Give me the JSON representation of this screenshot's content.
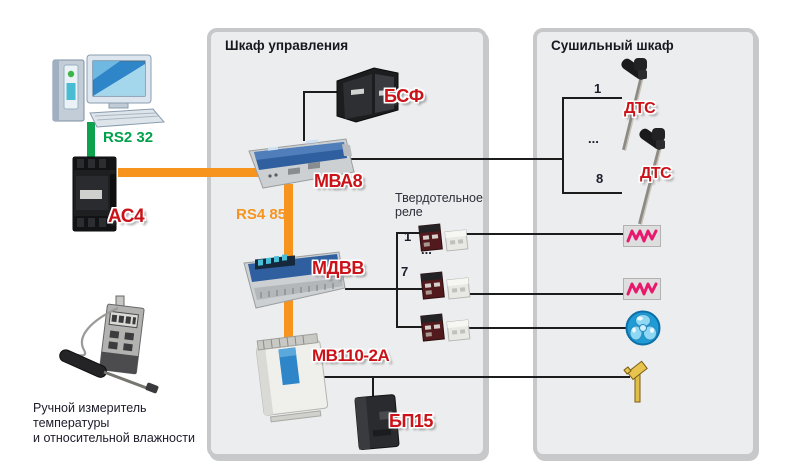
{
  "workstation": {
    "rs232_label": "RS2 32",
    "ac4_label": "АС4",
    "meter_caption": [
      "Ручной измеритель",
      "температуры",
      "и относительной влажности"
    ]
  },
  "control_cabinet": {
    "title": "Шкаф управления",
    "rs485_label": "RS4 85",
    "bsf_label": "БСФ",
    "mva8_label": "МВА8",
    "mdvv_label": "МДВВ",
    "mv110_label": "МВ110-2А",
    "bp15_label": "БП15",
    "ssr_caption_line1": "Твердотельное",
    "ssr_caption_line2": "реле",
    "ssr_first": "1",
    "ssr_ellipsis": "...",
    "ssr_seventh": "7"
  },
  "drying_cabinet": {
    "title": "Сушильный шкаф",
    "sensor_first": "1",
    "sensor_ellipsis": "...",
    "sensor_last": "8",
    "dts_label_1": "ДТС",
    "dts_label_2": "ДТС"
  },
  "colors": {
    "accent_orange": "#f7941e",
    "accent_green": "#00a14b",
    "label_red": "#cb1218",
    "heater_pink": "#e8186d",
    "fan_blue": "#1f9cd6"
  }
}
